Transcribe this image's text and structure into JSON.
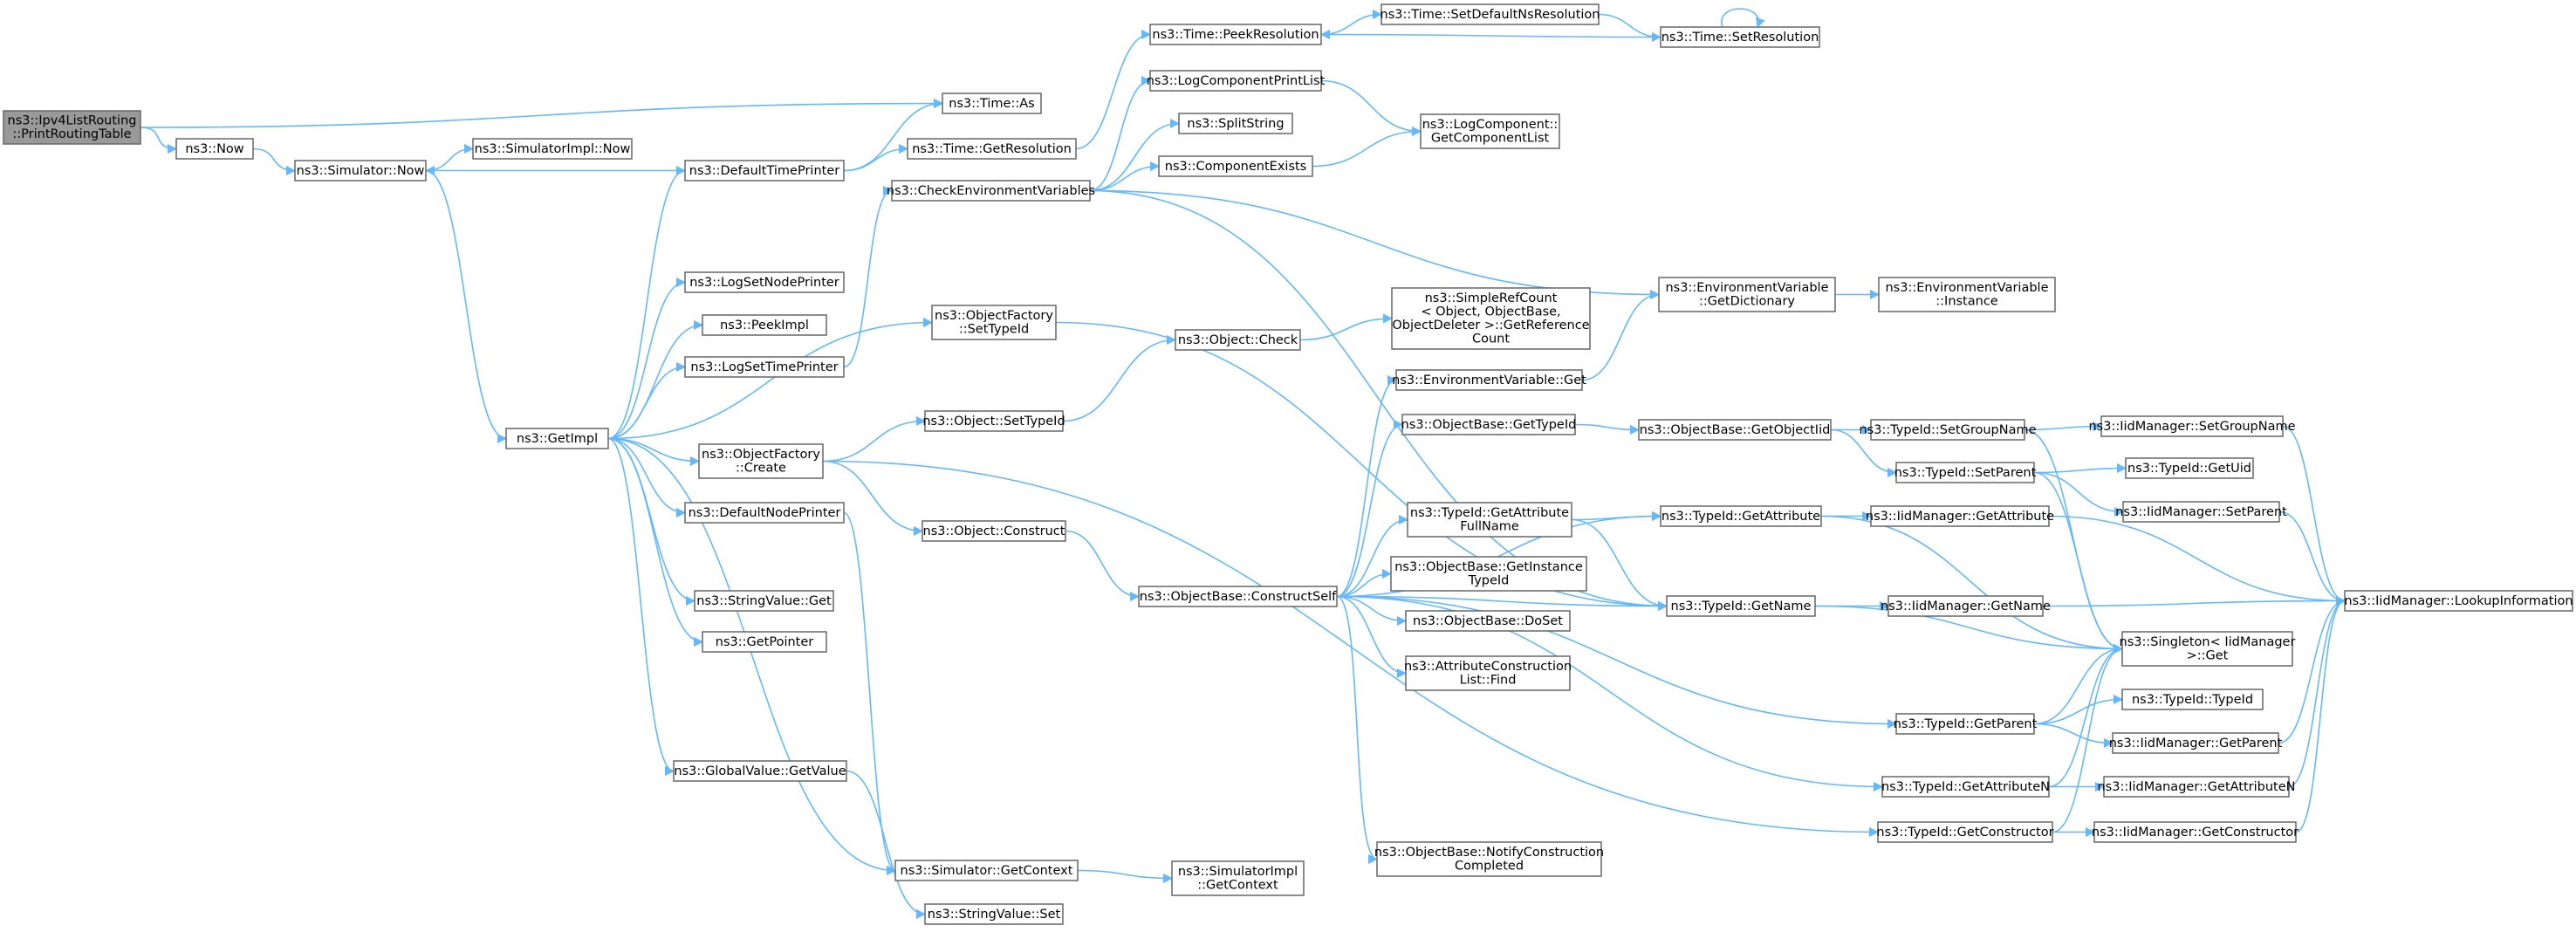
{
  "graph": {
    "colors": {
      "edge": "#63b8ff",
      "node_border": "#666666",
      "root_fill": "#999999",
      "node_fill": "#ffffff"
    },
    "nodes": [
      {
        "id": "root",
        "lines": [
          "ns3::Ipv4ListRouting",
          "::PrintRoutingTable"
        ],
        "root": true
      },
      {
        "id": "now",
        "lines": [
          "ns3::Now"
        ]
      },
      {
        "id": "simnow",
        "lines": [
          "ns3::Simulator::Now"
        ]
      },
      {
        "id": "simimplnow",
        "lines": [
          "ns3::SimulatorImpl::Now"
        ]
      },
      {
        "id": "dtp",
        "lines": [
          "ns3::DefaultTimePrinter"
        ]
      },
      {
        "id": "timeas",
        "lines": [
          "ns3::Time::As"
        ]
      },
      {
        "id": "getres",
        "lines": [
          "ns3::Time::GetResolution"
        ]
      },
      {
        "id": "peekres",
        "lines": [
          "ns3::Time::PeekResolution"
        ]
      },
      {
        "id": "setdef",
        "lines": [
          "ns3::Time::SetDefaultNsResolution"
        ]
      },
      {
        "id": "setres",
        "lines": [
          "ns3::Time::SetResolution"
        ]
      },
      {
        "id": "lcpl",
        "lines": [
          "ns3::LogComponentPrintList"
        ]
      },
      {
        "id": "split",
        "lines": [
          "ns3::SplitString"
        ]
      },
      {
        "id": "compex",
        "lines": [
          "ns3::ComponentExists"
        ]
      },
      {
        "id": "lcgcl",
        "lines": [
          "ns3::LogComponent::",
          "GetComponentList"
        ]
      },
      {
        "id": "cev",
        "lines": [
          "ns3::CheckEnvironmentVariables"
        ]
      },
      {
        "id": "envdict",
        "lines": [
          "ns3::EnvironmentVariable",
          "::GetDictionary"
        ]
      },
      {
        "id": "envinst",
        "lines": [
          "ns3::EnvironmentVariable",
          "::Instance"
        ]
      },
      {
        "id": "lsnp",
        "lines": [
          "ns3::LogSetNodePrinter"
        ]
      },
      {
        "id": "peekimpl",
        "lines": [
          "ns3::PeekImpl"
        ]
      },
      {
        "id": "lstp",
        "lines": [
          "ns3::LogSetTimePrinter"
        ]
      },
      {
        "id": "ofsti",
        "lines": [
          "ns3::ObjectFactory",
          "::SetTypeId"
        ]
      },
      {
        "id": "objcheck",
        "lines": [
          "ns3::Object::Check"
        ]
      },
      {
        "id": "srcget",
        "lines": [
          "ns3::SimpleRefCount",
          "< Object, ObjectBase,",
          "ObjectDeleter >::GetReference",
          "Count"
        ]
      },
      {
        "id": "envget",
        "lines": [
          "ns3::EnvironmentVariable::Get"
        ]
      },
      {
        "id": "getimpl",
        "lines": [
          "ns3::GetImpl"
        ]
      },
      {
        "id": "ofcreate",
        "lines": [
          "ns3::ObjectFactory",
          "::Create"
        ]
      },
      {
        "id": "objsti",
        "lines": [
          "ns3::Object::SetTypeId"
        ]
      },
      {
        "id": "obgti",
        "lines": [
          "ns3::ObjectBase::GetTypeId"
        ]
      },
      {
        "id": "obgoi",
        "lines": [
          "ns3::ObjectBase::GetObjectIid"
        ]
      },
      {
        "id": "tisgn",
        "lines": [
          "ns3::TypeId::SetGroupName"
        ]
      },
      {
        "id": "imsgn",
        "lines": [
          "ns3::IidManager::SetGroupName"
        ]
      },
      {
        "id": "tisp",
        "lines": [
          "ns3::TypeId::SetParent"
        ]
      },
      {
        "id": "tigu",
        "lines": [
          "ns3::TypeId::GetUid"
        ]
      },
      {
        "id": "dnp",
        "lines": [
          "ns3::DefaultNodePrinter"
        ]
      },
      {
        "id": "tigafn",
        "lines": [
          "ns3::TypeId::GetAttribute",
          "FullName"
        ]
      },
      {
        "id": "tiga",
        "lines": [
          "ns3::TypeId::GetAttribute"
        ]
      },
      {
        "id": "imga",
        "lines": [
          "ns3::IidManager::GetAttribute"
        ]
      },
      {
        "id": "imsp",
        "lines": [
          "ns3::IidManager::SetParent"
        ]
      },
      {
        "id": "objcons",
        "lines": [
          "ns3::Object::Construct"
        ]
      },
      {
        "id": "obgit",
        "lines": [
          "ns3::ObjectBase::GetInstance",
          "TypeId"
        ]
      },
      {
        "id": "obcs",
        "lines": [
          "ns3::ObjectBase::ConstructSelf"
        ]
      },
      {
        "id": "tign",
        "lines": [
          "ns3::TypeId::GetName"
        ]
      },
      {
        "id": "imgn",
        "lines": [
          "ns3::IidManager::GetName"
        ]
      },
      {
        "id": "imli",
        "lines": [
          "ns3::IidManager::LookupInformation"
        ]
      },
      {
        "id": "svget",
        "lines": [
          "ns3::StringValue::Get"
        ]
      },
      {
        "id": "obds",
        "lines": [
          "ns3::ObjectBase::DoSet"
        ]
      },
      {
        "id": "singget",
        "lines": [
          "ns3::Singleton< IidManager",
          ">::Get"
        ]
      },
      {
        "id": "getptr",
        "lines": [
          "ns3::GetPointer"
        ]
      },
      {
        "id": "aclf",
        "lines": [
          "ns3::AttributeConstruction",
          "List::Find"
        ]
      },
      {
        "id": "titi",
        "lines": [
          "ns3::TypeId::TypeId"
        ]
      },
      {
        "id": "tigp",
        "lines": [
          "ns3::TypeId::GetParent"
        ]
      },
      {
        "id": "imgp",
        "lines": [
          "ns3::IidManager::GetParent"
        ]
      },
      {
        "id": "gvgv",
        "lines": [
          "ns3::GlobalValue::GetValue"
        ]
      },
      {
        "id": "tigan",
        "lines": [
          "ns3::TypeId::GetAttributeN"
        ]
      },
      {
        "id": "imgan",
        "lines": [
          "ns3::IidManager::GetAttributeN"
        ]
      },
      {
        "id": "tigc",
        "lines": [
          "ns3::TypeId::GetConstructor"
        ]
      },
      {
        "id": "imgc",
        "lines": [
          "ns3::IidManager::GetConstructor"
        ]
      },
      {
        "id": "obnc",
        "lines": [
          "ns3::ObjectBase::NotifyConstruction",
          "Completed"
        ]
      },
      {
        "id": "simgc",
        "lines": [
          "ns3::Simulator::GetContext"
        ]
      },
      {
        "id": "simimplgc",
        "lines": [
          "ns3::SimulatorImpl",
          "::GetContext"
        ]
      },
      {
        "id": "svset",
        "lines": [
          "ns3::StringValue::Set"
        ]
      }
    ],
    "edges": [
      [
        "root",
        "now"
      ],
      [
        "root",
        "timeas"
      ],
      [
        "now",
        "simnow"
      ],
      [
        "simnow",
        "simimplnow"
      ],
      [
        "simnow",
        "getimpl"
      ],
      [
        "dtp",
        "simnow"
      ],
      [
        "dtp",
        "timeas"
      ],
      [
        "dtp",
        "getres"
      ],
      [
        "getres",
        "peekres"
      ],
      [
        "peekres",
        "setdef"
      ],
      [
        "setdef",
        "setres"
      ],
      [
        "setres",
        "peekres"
      ],
      [
        "setres",
        "setres"
      ],
      [
        "cev",
        "lcpl"
      ],
      [
        "cev",
        "split"
      ],
      [
        "cev",
        "compex"
      ],
      [
        "lcpl",
        "lcgcl"
      ],
      [
        "compex",
        "lcgcl"
      ],
      [
        "cev",
        "envdict"
      ],
      [
        "cev",
        "tign"
      ],
      [
        "envdict",
        "envinst"
      ],
      [
        "getimpl",
        "dtp"
      ],
      [
        "getimpl",
        "lsnp"
      ],
      [
        "getimpl",
        "peekimpl"
      ],
      [
        "getimpl",
        "lstp"
      ],
      [
        "lstp",
        "cev"
      ],
      [
        "getimpl",
        "ofsti"
      ],
      [
        "ofsti",
        "tign"
      ],
      [
        "getimpl",
        "ofcreate"
      ],
      [
        "getimpl",
        "dnp"
      ],
      [
        "getimpl",
        "svget"
      ],
      [
        "getimpl",
        "getptr"
      ],
      [
        "getimpl",
        "gvgv"
      ],
      [
        "getimpl",
        "simgc"
      ],
      [
        "ofcreate",
        "objsti"
      ],
      [
        "ofcreate",
        "objcons"
      ],
      [
        "ofcreate",
        "tigc"
      ],
      [
        "dnp",
        "simgc"
      ],
      [
        "gvgv",
        "svset"
      ],
      [
        "objsti",
        "objcheck"
      ],
      [
        "objcheck",
        "srcget"
      ],
      [
        "objcons",
        "obcs"
      ],
      [
        "obcs",
        "envget"
      ],
      [
        "obcs",
        "obgti"
      ],
      [
        "obcs",
        "tigafn"
      ],
      [
        "obcs",
        "tiga"
      ],
      [
        "obcs",
        "obgit"
      ],
      [
        "obcs",
        "obds"
      ],
      [
        "obcs",
        "aclf"
      ],
      [
        "obcs",
        "tign"
      ],
      [
        "obcs",
        "tigp"
      ],
      [
        "obcs",
        "tigan"
      ],
      [
        "obcs",
        "obnc"
      ],
      [
        "envget",
        "envdict"
      ],
      [
        "obgti",
        "obgoi"
      ],
      [
        "obgoi",
        "tisgn"
      ],
      [
        "obgoi",
        "tisp"
      ],
      [
        "tisgn",
        "imsgn"
      ],
      [
        "tisgn",
        "singget"
      ],
      [
        "imsgn",
        "imli"
      ],
      [
        "tisp",
        "tigu"
      ],
      [
        "tisp",
        "imsp"
      ],
      [
        "tisp",
        "singget"
      ],
      [
        "imsp",
        "imli"
      ],
      [
        "tigafn",
        "tiga"
      ],
      [
        "tigafn",
        "tign"
      ],
      [
        "tiga",
        "imga"
      ],
      [
        "tiga",
        "singget"
      ],
      [
        "imga",
        "imli"
      ],
      [
        "tign",
        "imgn"
      ],
      [
        "tign",
        "singget"
      ],
      [
        "imgn",
        "imli"
      ],
      [
        "tigp",
        "titi"
      ],
      [
        "tigp",
        "imgp"
      ],
      [
        "tigp",
        "singget"
      ],
      [
        "imgp",
        "imli"
      ],
      [
        "tigan",
        "imgan"
      ],
      [
        "tigan",
        "singget"
      ],
      [
        "imgan",
        "imli"
      ],
      [
        "tigc",
        "imgc"
      ],
      [
        "tigc",
        "singget"
      ],
      [
        "imgc",
        "imli"
      ],
      [
        "simgc",
        "simimplgc"
      ]
    ]
  }
}
